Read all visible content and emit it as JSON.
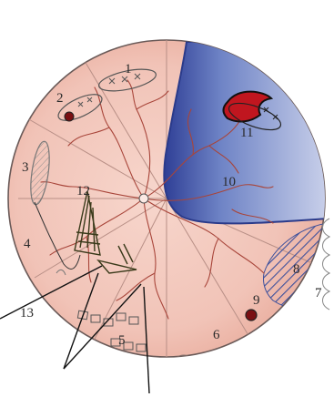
{
  "labels": {
    "l1": "1",
    "l2": "2",
    "l3": "3",
    "l4": "4",
    "l5": "5",
    "l6": "6",
    "l7": "7",
    "l8": "8",
    "l9": "9",
    "l10": "10",
    "l11": "11",
    "l12": "12",
    "l13": "13"
  },
  "colors": {
    "retina": "#f3c9bf",
    "sector_lines": "#b88f86",
    "vessels": "#a8453a",
    "detachment_blue": "#4e63b0",
    "tear_red": "#c0161f",
    "hatch": "#3b4f9c",
    "outline": "#4a4a4a"
  }
}
